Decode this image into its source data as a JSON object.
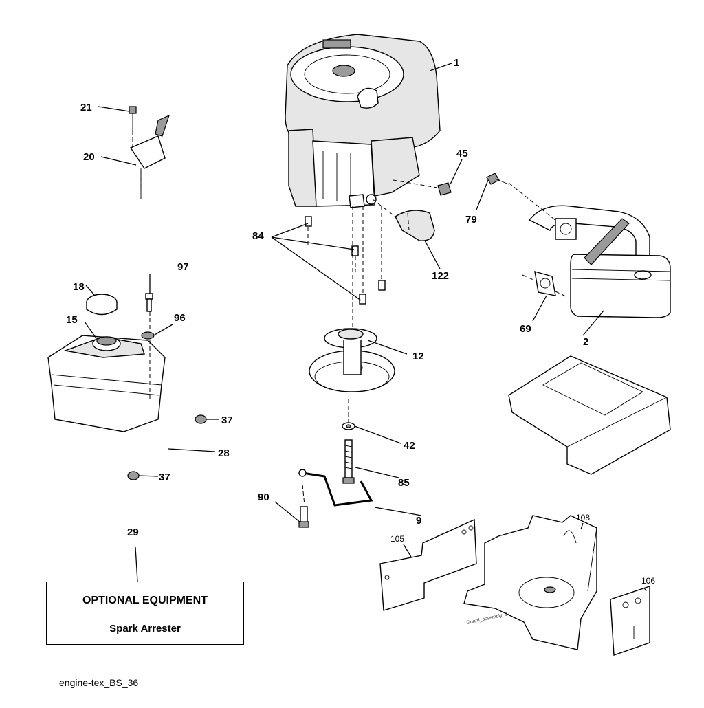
{
  "callouts": {
    "c1": "1",
    "c2": "2",
    "c9": "9",
    "c12": "12",
    "c15": "15",
    "c18": "18",
    "c20": "20",
    "c21": "21",
    "c28": "28",
    "c29": "29",
    "c37a": "37",
    "c37b": "37",
    "c42": "42",
    "c45": "45",
    "c69": "69",
    "c79": "79",
    "c84": "84",
    "c85": "85",
    "c90": "90",
    "c96": "96",
    "c97": "97",
    "c105": "105",
    "c106": "106",
    "c108": "108",
    "c122": "122"
  },
  "optional_box": {
    "title": "OPTIONAL EQUIPMENT",
    "item": "Spark Arrester"
  },
  "heat_shield_marking": "Guard_assembly_07",
  "footer_code": "engine-tex_BS_36"
}
